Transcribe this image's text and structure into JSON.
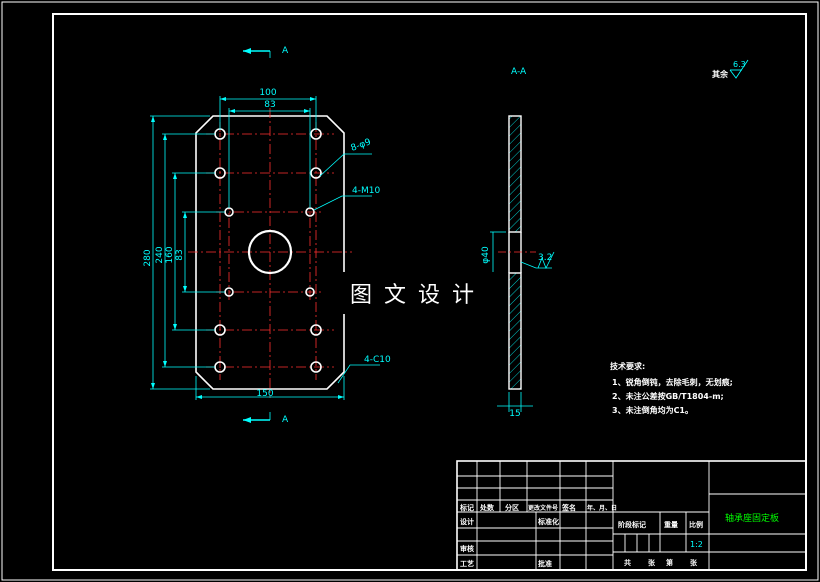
{
  "section_marker": "A",
  "section_view_label": "A-A",
  "roughness_note": {
    "prefix": "其余",
    "value": "6.3"
  },
  "roughness_inner": "3.2",
  "dims": {
    "width_100": "100",
    "width_83": "83",
    "height_280": "280",
    "height_240": "240",
    "height_160": "160",
    "height_83": "83",
    "width_150": "150",
    "thickness": "15",
    "bore": "φ40",
    "holes_label": "8-φ9",
    "threads_label": "4-M10",
    "chamfer_label": "4-C10"
  },
  "watermark": "图文设计",
  "tech_requirements": {
    "title": "技术要求:",
    "items": [
      "1、锐角倒钝，去除毛刺，无划痕;",
      "2、未注公差按GB/T1804-m;",
      "3、未注倒角均为C1。"
    ]
  },
  "title_block": {
    "drawing_name": "轴承座固定板",
    "header_cells": [
      "标记",
      "处数",
      "分区",
      "更改文件号",
      "签名",
      "年、月、日"
    ],
    "row_design": [
      "设计",
      "标准化"
    ],
    "row_review": [
      "审核"
    ],
    "row_process": [
      "工艺",
      "批准"
    ],
    "stage_cells": [
      "阶段标记",
      "重量",
      "比例"
    ],
    "scale_value": "1:2",
    "sheet_cells": [
      "共",
      "张",
      "第",
      "张"
    ]
  },
  "colors": {
    "background": "#000000",
    "frame": "#ffffff",
    "geometry": "#ffffff",
    "dimension": "#00ffff",
    "centerline": "#ff3030",
    "hatch": "#00ffff",
    "title_text": "#00ff00",
    "note_text": "#ffffff"
  }
}
